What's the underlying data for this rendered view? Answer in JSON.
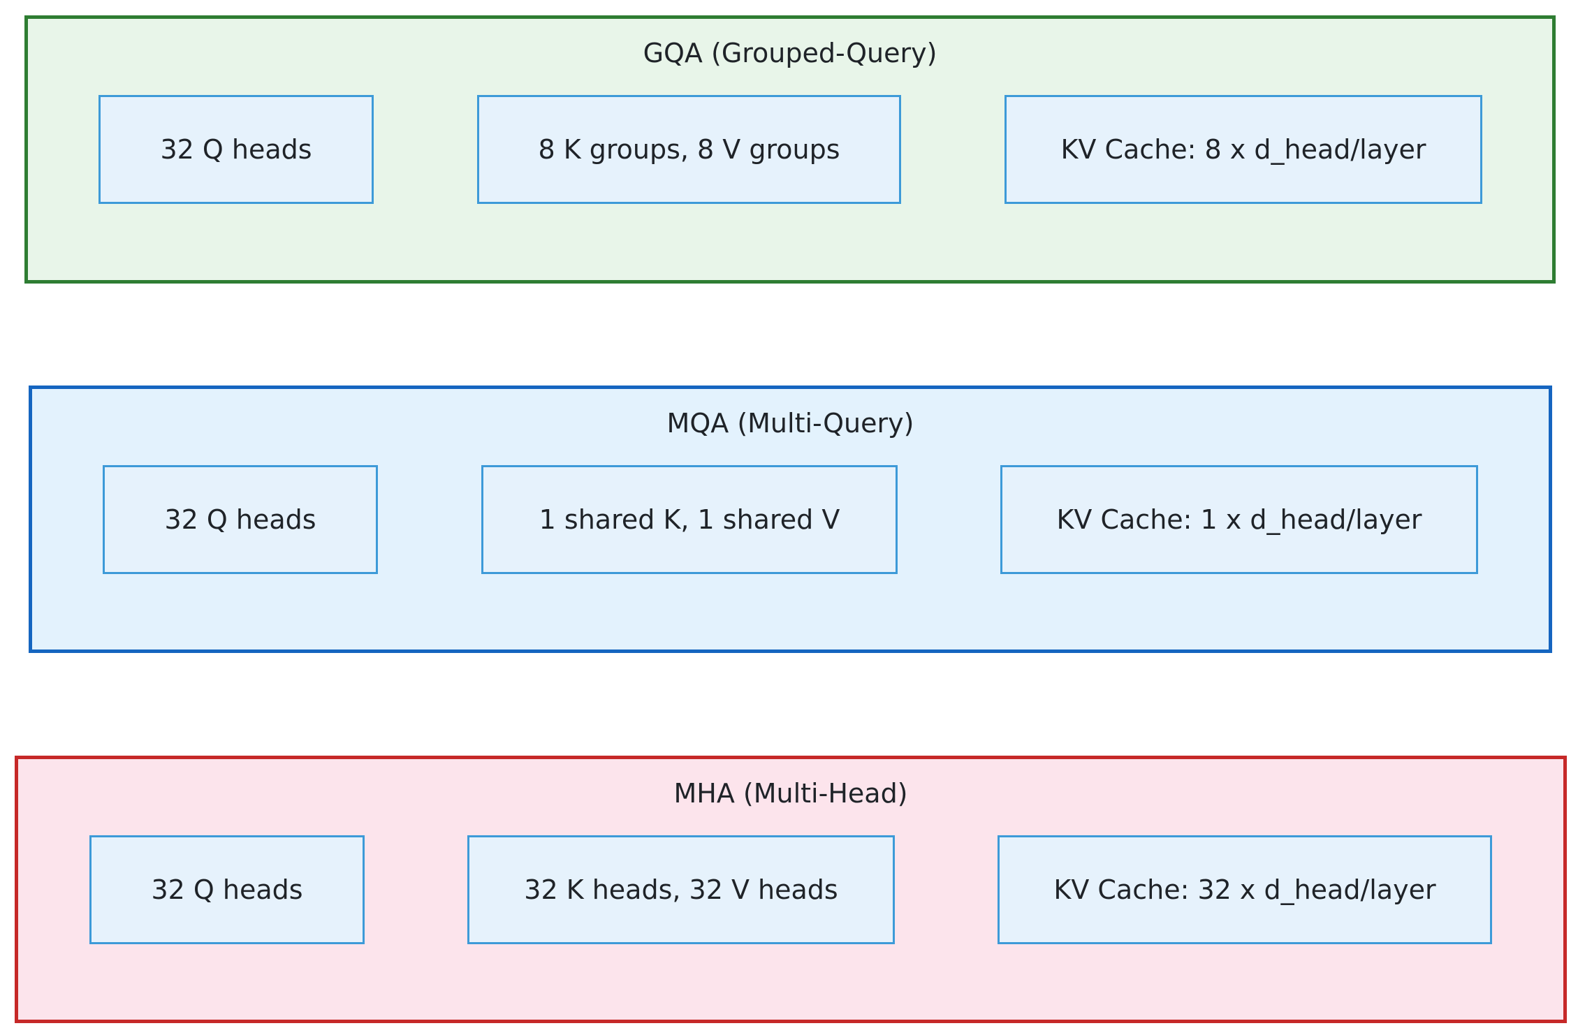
{
  "diagram": {
    "panels": [
      {
        "id": "gqa",
        "title": "GQA (Grouped-Query)",
        "nodes": [
          "32 Q heads",
          "8 K groups, 8 V groups",
          "KV Cache: 8 x d_head/layer"
        ]
      },
      {
        "id": "mqa",
        "title": "MQA (Multi-Query)",
        "nodes": [
          "32 Q heads",
          "1 shared K, 1 shared V",
          "KV Cache: 1 x d_head/layer"
        ]
      },
      {
        "id": "mha",
        "title": "MHA (Multi-Head)",
        "nodes": [
          "32 Q heads",
          "32 K heads, 32 V heads",
          "KV Cache: 32 x d_head/layer"
        ]
      }
    ]
  },
  "colors": {
    "gqa_border": "#2e7d32",
    "gqa_fill": "#e8f5e9",
    "mqa_border": "#1565c0",
    "mqa_fill": "#e3f2fd",
    "mha_border": "#c62828",
    "mha_fill": "#fce4ec",
    "node_border": "#3d9ad8",
    "node_fill": "#e6f2fc"
  }
}
